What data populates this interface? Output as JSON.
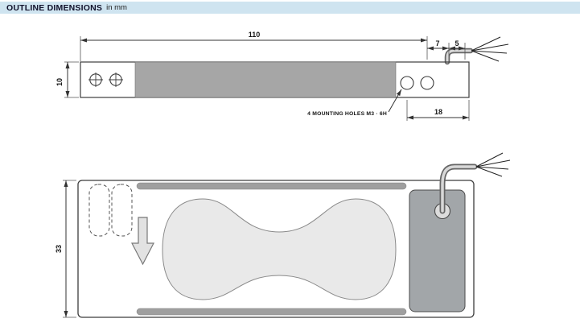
{
  "header": {
    "title": "OUTLINE DIMENSIONS",
    "unit": "in mm"
  },
  "top_view": {
    "dims": {
      "length": "110",
      "cable_offset": "7",
      "cable_end": "5",
      "height": "10",
      "hole_distance": "18"
    },
    "mounting_note": "4 MOUNTING HOLES  M3 · 6H"
  },
  "bottom_view": {
    "dims": {
      "width": "33"
    }
  },
  "colors": {
    "header_bg": "#cfe4f0",
    "header_text": "#10102a",
    "outline": "#3c3c3c",
    "clamp_gray": "#a6a6a6",
    "pocket_gray": "#e9e9e9",
    "block_gray": "#a2a6a9",
    "cable_gray": "#d8d8d8"
  }
}
